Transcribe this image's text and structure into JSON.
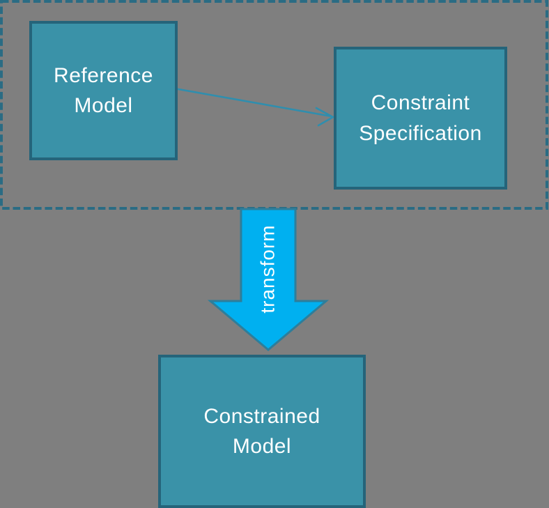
{
  "diagram": {
    "colors": {
      "background": "#7F7F7F",
      "box_fill": "#3A92A8",
      "box_border": "#25647A",
      "dashed_group_stroke": "#2A6C84",
      "transform_arrow_fill": "#00B0F0",
      "transform_arrow_border": "#2D7E9B",
      "connector_stroke": "#2F8EAE",
      "text": "#FFFFFF"
    },
    "boxes": {
      "reference_model": {
        "lines": [
          "Reference",
          "Model"
        ]
      },
      "constraint_specification": {
        "lines": [
          "Constraint",
          "Specification"
        ]
      },
      "constrained_model": {
        "lines": [
          "Constrained",
          "Model"
        ]
      }
    },
    "transform_arrow": {
      "label": "transform"
    }
  }
}
